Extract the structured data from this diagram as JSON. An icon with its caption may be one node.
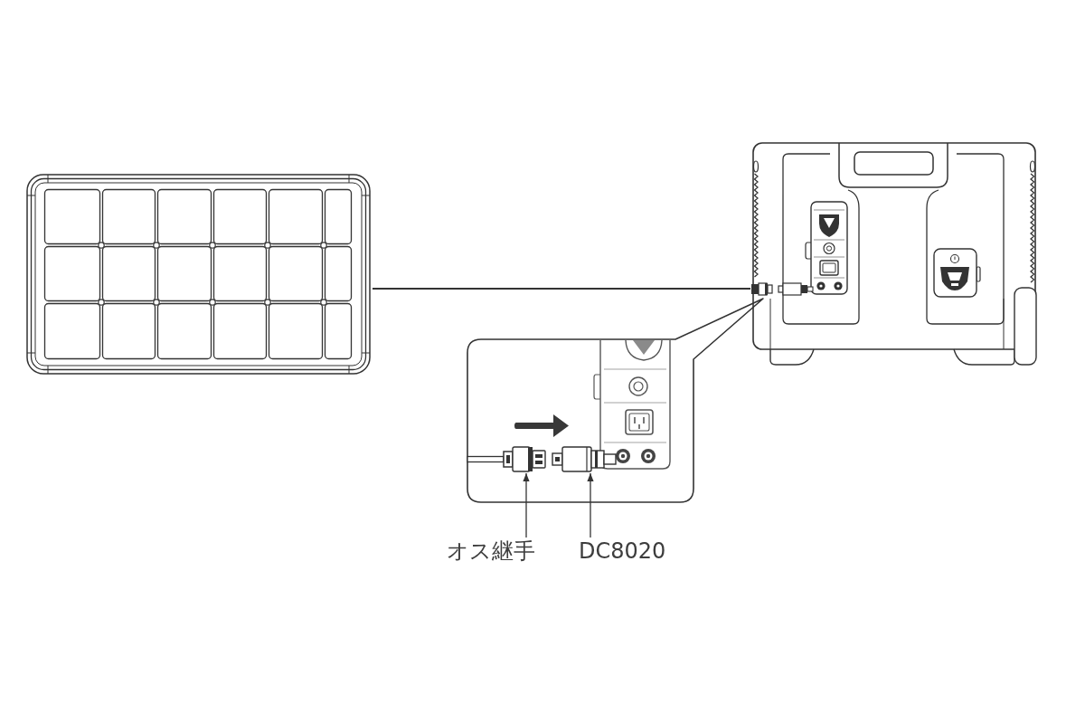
{
  "diagram": {
    "nodes": [
      {
        "text": [],
        "shape": "picture"
      },
      {
        "text": [],
        "shape": "picture"
      },
      {
        "text": [],
        "shape": "box"
      },
      {
        "text": [],
        "shape": "picture",
        "in": 2
      },
      {
        "text": [],
        "shape": "picture",
        "in": 2
      },
      {
        "text": [
          "オス継手"
        ]
      },
      {
        "text": [
          "DC8020"
        ]
      }
    ],
    "edges": [
      {
        "from": 0,
        "to": 1,
        "arrow": "none"
      },
      {
        "from": 5,
        "to": 3,
        "arrow": "to"
      },
      {
        "from": 6,
        "to": 4,
        "arrow": "to"
      }
    ]
  }
}
